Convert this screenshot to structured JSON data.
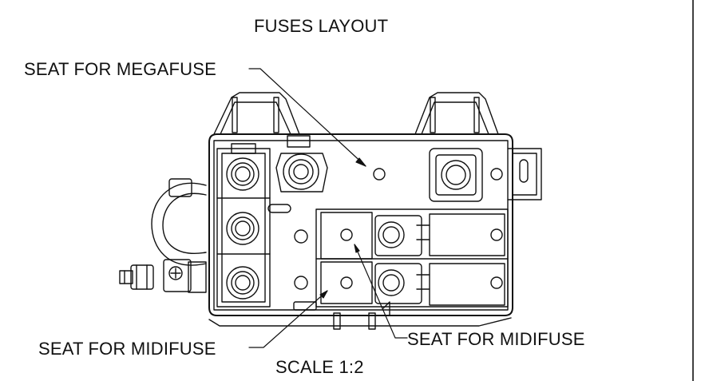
{
  "title": "FUSES LAYOUT",
  "callouts": {
    "megafuse": "SEAT FOR MEGAFUSE",
    "midifuse_left": "SEAT FOR MIDIFUSE",
    "midifuse_right": "SEAT FOR MIDIFUSE"
  },
  "scale": "SCALE  1:2",
  "colors": {
    "line": "#111111",
    "background": "#ffffff"
  }
}
